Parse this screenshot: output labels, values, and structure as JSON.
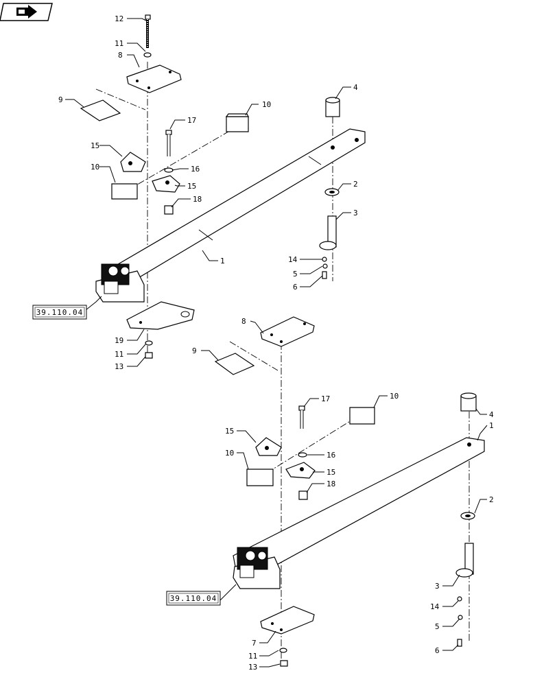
{
  "nav_icon": "back-arrow-icon",
  "references": {
    "top": "39.110.04",
    "bottom": "39.110.04"
  },
  "top_assembly": {
    "labels": [
      "12",
      "11",
      "8",
      "9",
      "4",
      "10",
      "17",
      "15",
      "10",
      "16",
      "15",
      "18",
      "2",
      "3",
      "1",
      "14",
      "5",
      "6",
      "19",
      "11",
      "13"
    ]
  },
  "bottom_assembly": {
    "labels": [
      "8",
      "9",
      "17",
      "10",
      "15",
      "16",
      "10",
      "15",
      "18",
      "4",
      "1",
      "2",
      "3",
      "14",
      "5",
      "6",
      "7",
      "11",
      "13"
    ]
  }
}
